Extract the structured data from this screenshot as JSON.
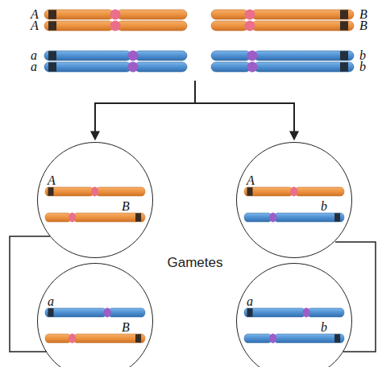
{
  "diagram": {
    "nodes": [
      {
        "text": [
          "A",
          "B"
        ]
      },
      {
        "text": [
          "A",
          "b"
        ]
      },
      {
        "text": [
          "a",
          "B"
        ]
      },
      {
        "text": [
          "a",
          "b"
        ]
      }
    ],
    "labels": [
      "A",
      "A",
      "B",
      "B",
      "a",
      "a",
      "b",
      "b",
      "Gametes"
    ]
  }
}
